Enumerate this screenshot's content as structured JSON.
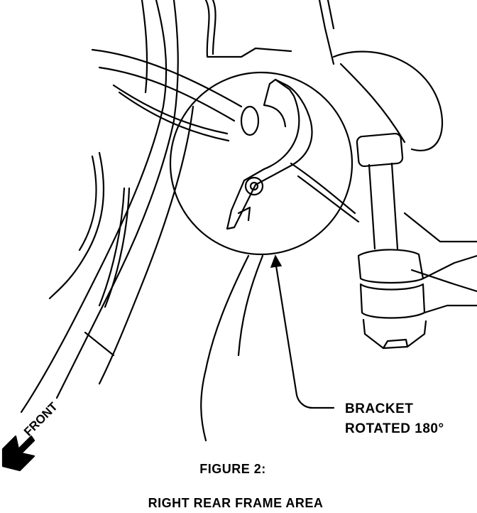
{
  "callout": {
    "line1": "BRACKET",
    "line2": "ROTATED 180°"
  },
  "direction_label": "FRONT",
  "caption": {
    "figure": "FIGURE 2:",
    "title": "RIGHT REAR FRAME AREA"
  },
  "colors": {
    "ink": "#000000",
    "paper": "#ffffff"
  }
}
